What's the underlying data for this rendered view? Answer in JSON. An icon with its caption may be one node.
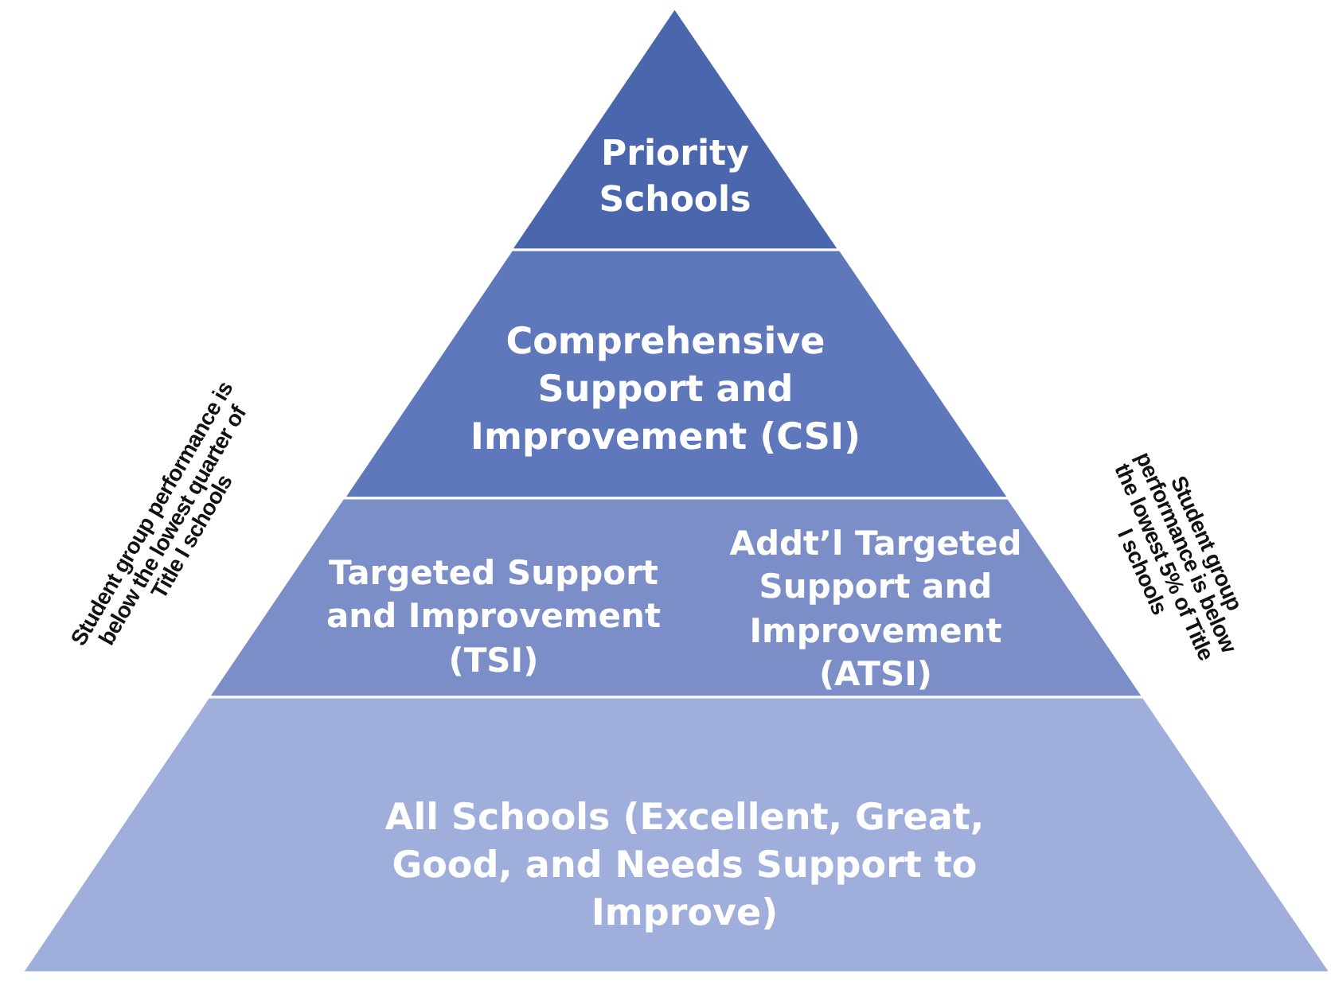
{
  "diagram": {
    "nodes": [
      {
        "text": [
          "Priority Schools"
        ]
      },
      {
        "text": [
          "Comprehensive Support and Improvement (CSI)"
        ]
      },
      {
        "text": [
          "Targeted Support and Improvement (TSI)",
          "Addt’l Targeted Support and Improvement (ATSI)"
        ]
      },
      {
        "text": [
          "All Schools (Excellent, Great, Good, and Needs Support to Improve)"
        ]
      }
    ],
    "labels": [
      "Student group performance is below the lowest quarter of Title I schools",
      "Student group performance is below the lowest 5% of Title I schools"
    ]
  }
}
